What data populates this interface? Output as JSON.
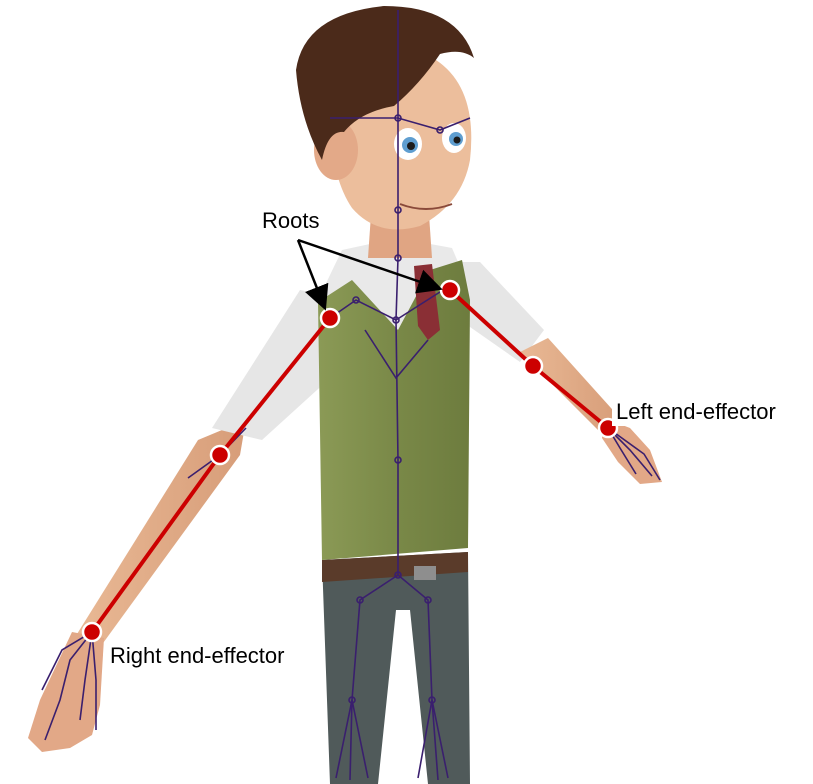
{
  "labels": {
    "roots": "Roots",
    "left_end_effector": "Left end-effector",
    "right_end_effector": "Right end-effector"
  },
  "colors": {
    "background": "#ffffff",
    "chain": "#cc0000",
    "joint_fill": "#cc0000",
    "joint_stroke": "#ffffff",
    "skeleton": "#3a1f6e",
    "skin": "#e7b48e",
    "vest": "#7f8d4b",
    "shirt": "#e9e9e9",
    "pants": "#505a5a",
    "hair": "#4b2a1a",
    "tie": "#8a2f35"
  },
  "icons": {
    "roots_arrow": "arrow-icon",
    "joint_marker": "joint-circle-icon"
  }
}
